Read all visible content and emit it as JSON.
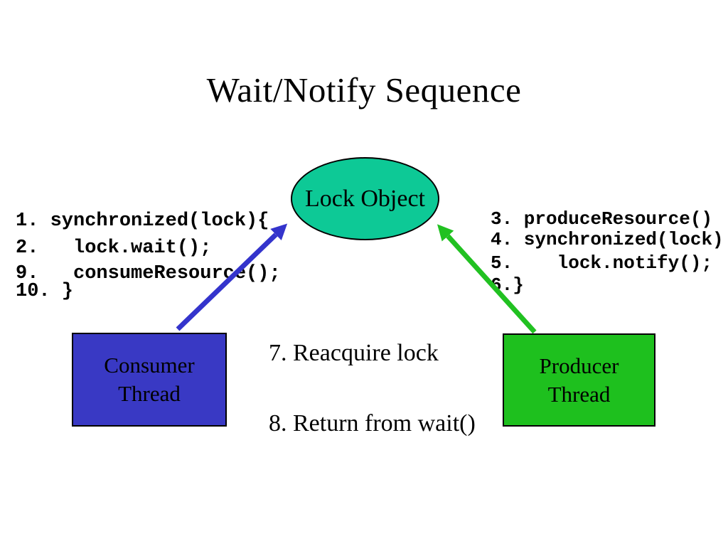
{
  "slide": {
    "title": "Wait/Notify Sequence"
  },
  "lock_object": {
    "label": "Lock Object"
  },
  "consumer_code": {
    "lines": [
      "1. synchronized(lock){",
      "2.   lock.wait();",
      "9.   consumeResource();",
      "10. }"
    ]
  },
  "producer_code": {
    "lines": [
      "3. produceResource()",
      "4. synchronized(lock)",
      "5.    lock.notify();",
      "6.}"
    ]
  },
  "annotation": {
    "lines": [
      "7. Reacquire lock",
      "8. Return from wait()"
    ]
  },
  "consumer": {
    "label_lines": [
      "Consumer",
      "Thread"
    ]
  },
  "producer": {
    "label_lines": [
      "Producer",
      "Thread"
    ]
  },
  "colors": {
    "lock_fill": "#0dc996",
    "consumer_fill": "#3939c4",
    "producer_fill": "#1ec01e",
    "consumer_arrow": "#3434cc",
    "producer_arrow": "#21c121"
  }
}
